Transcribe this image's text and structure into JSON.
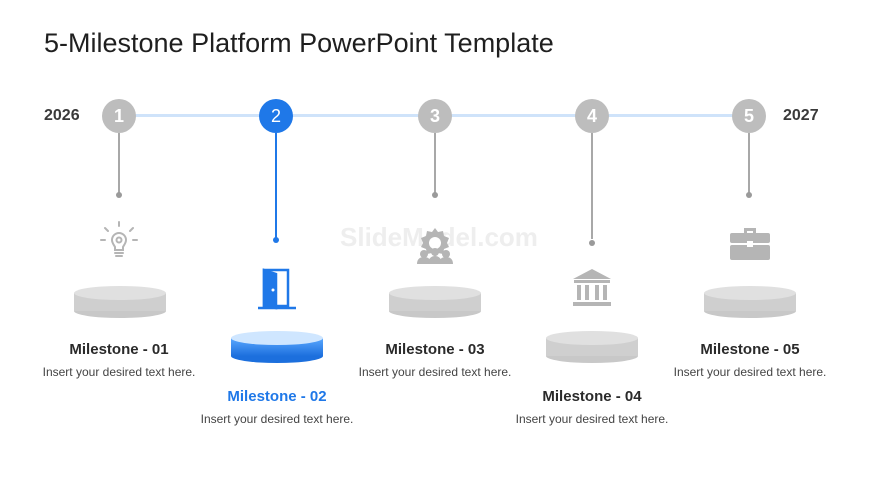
{
  "title": "5-Milestone Platform PowerPoint Template",
  "start_year": "2026",
  "end_year": "2027",
  "watermark": "SlideModel.com",
  "colors": {
    "accent": "#1f78e8",
    "neutral": "#bdbdbd",
    "line": "#cfe3fa",
    "platform_gray": "#d0d0d0"
  },
  "milestones": [
    {
      "number": "1",
      "title": "Milestone - 01",
      "desc": "Insert your desired text here.",
      "icon": "lightbulb-gear-icon",
      "active": false
    },
    {
      "number": "2",
      "title": "Milestone - 02",
      "desc": "Insert your desired text here.",
      "icon": "door-exit-icon",
      "active": true
    },
    {
      "number": "3",
      "title": "Milestone - 03",
      "desc": "Insert your desired text here.",
      "icon": "team-gear-icon",
      "active": false
    },
    {
      "number": "4",
      "title": "Milestone - 04",
      "desc": "Insert your desired text here.",
      "icon": "bank-building-icon",
      "active": false
    },
    {
      "number": "5",
      "title": "Milestone - 05",
      "desc": "Insert your desired text here.",
      "icon": "briefcase-icon",
      "active": false
    }
  ]
}
